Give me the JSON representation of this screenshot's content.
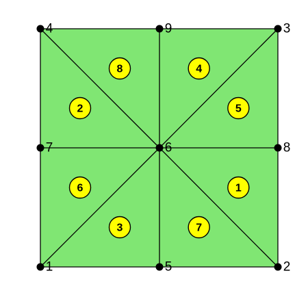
{
  "colors": {
    "fill": "#80e673",
    "edge": "#000000",
    "element_marker": "#ffff00",
    "node": "#000000"
  },
  "nodes": [
    {
      "id": "1",
      "label": "1"
    },
    {
      "id": "2",
      "label": "2"
    },
    {
      "id": "3",
      "label": "3"
    },
    {
      "id": "4",
      "label": "4"
    },
    {
      "id": "5",
      "label": "5"
    },
    {
      "id": "6",
      "label": "6"
    },
    {
      "id": "7",
      "label": "7"
    },
    {
      "id": "8",
      "label": "8"
    },
    {
      "id": "9",
      "label": "9"
    }
  ],
  "elements": [
    {
      "label": "1",
      "nodes": [
        "6",
        "2",
        "8"
      ]
    },
    {
      "label": "2",
      "nodes": [
        "4",
        "6",
        "7"
      ]
    },
    {
      "label": "3",
      "nodes": [
        "1",
        "5",
        "6"
      ]
    },
    {
      "label": "4",
      "nodes": [
        "9",
        "6",
        "3"
      ]
    },
    {
      "label": "5",
      "nodes": [
        "3",
        "6",
        "8"
      ]
    },
    {
      "label": "6",
      "nodes": [
        "1",
        "6",
        "7"
      ]
    },
    {
      "label": "7",
      "nodes": [
        "5",
        "2",
        "6"
      ]
    },
    {
      "label": "8",
      "nodes": [
        "4",
        "9",
        "6"
      ]
    }
  ]
}
